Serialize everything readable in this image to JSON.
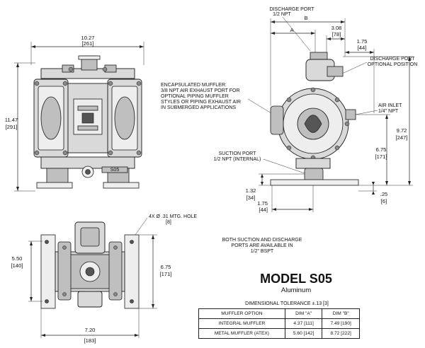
{
  "front_view": {
    "width_in": "10.27",
    "width_mm": "[261]",
    "height_in": "11.47",
    "height_mm": "[291]",
    "nameplate": "S05"
  },
  "side_view": {
    "discharge_port_title": "DISCHARGE PORT",
    "discharge_port_size": "1/2 NPT",
    "dim_a": "A",
    "dim_b": "B",
    "b_offset_in": "3.08",
    "b_offset_mm": "[78]",
    "top_offset_in": "1.75",
    "top_offset_mm": "[44]",
    "discharge_optional_1": "DISCHARGE PORT",
    "discharge_optional_2": "OPTIONAL POSITION",
    "muffler_1": "ENCAPSULATED MUFFLER:",
    "muffler_2": "3/8 NPT AIR EXHAUST PORT FOR",
    "muffler_3": "OPTIONAL PIPING MUFFLER",
    "muffler_4": "STYLES OR PIPING EXHAUST AIR",
    "muffler_5": "IN SUBMERGED APPLICATIONS",
    "air_inlet_1": "AIR INLET",
    "air_inlet_2": "1/4\" NPT",
    "overall_height_in": "9.72",
    "overall_height_mm": "[247]",
    "inlet_height_in": "6.75",
    "inlet_height_mm": "[171]",
    "suction_1": "SUCTION PORT",
    "suction_2": "1/2 NPT (INTERNAL)",
    "suction_height_in": "1.32",
    "suction_height_mm": "[34]",
    "base_thick_in": ".25",
    "base_thick_mm": "[6]",
    "base_offset_in": "1.75",
    "base_offset_mm": "[44]"
  },
  "bottom_view": {
    "hole_note": "4X Ø .31 MTG. HOLE",
    "hole_note_mm": "[8]",
    "depth_in": "5.50",
    "depth_mm": "[140]",
    "span_in": "6.75",
    "span_mm": "[171]",
    "width_in": "7.20",
    "width_mm": "[183]"
  },
  "ports_note": [
    "BOTH SUCTION AND DISCHARGE",
    "PORTS ARE AVAILABLE IN",
    "1/2\" BSPT"
  ],
  "model_title": "MODEL S05",
  "model_subtitle": "Aluminum",
  "tolerance": "DIMENSIONAL TOLERANCE ±.13 [3]",
  "table": {
    "headers": [
      "MUFFLER OPTION",
      "DIM \"A\"",
      "DIM \"B\""
    ],
    "rows": [
      [
        "INTEGRAL MUFFLER",
        "4.37 [111]",
        "7.49 [190]"
      ],
      [
        "METAL MUFFLER (ATEX)",
        "5.60 [142]",
        "8.72 [222]"
      ]
    ]
  }
}
